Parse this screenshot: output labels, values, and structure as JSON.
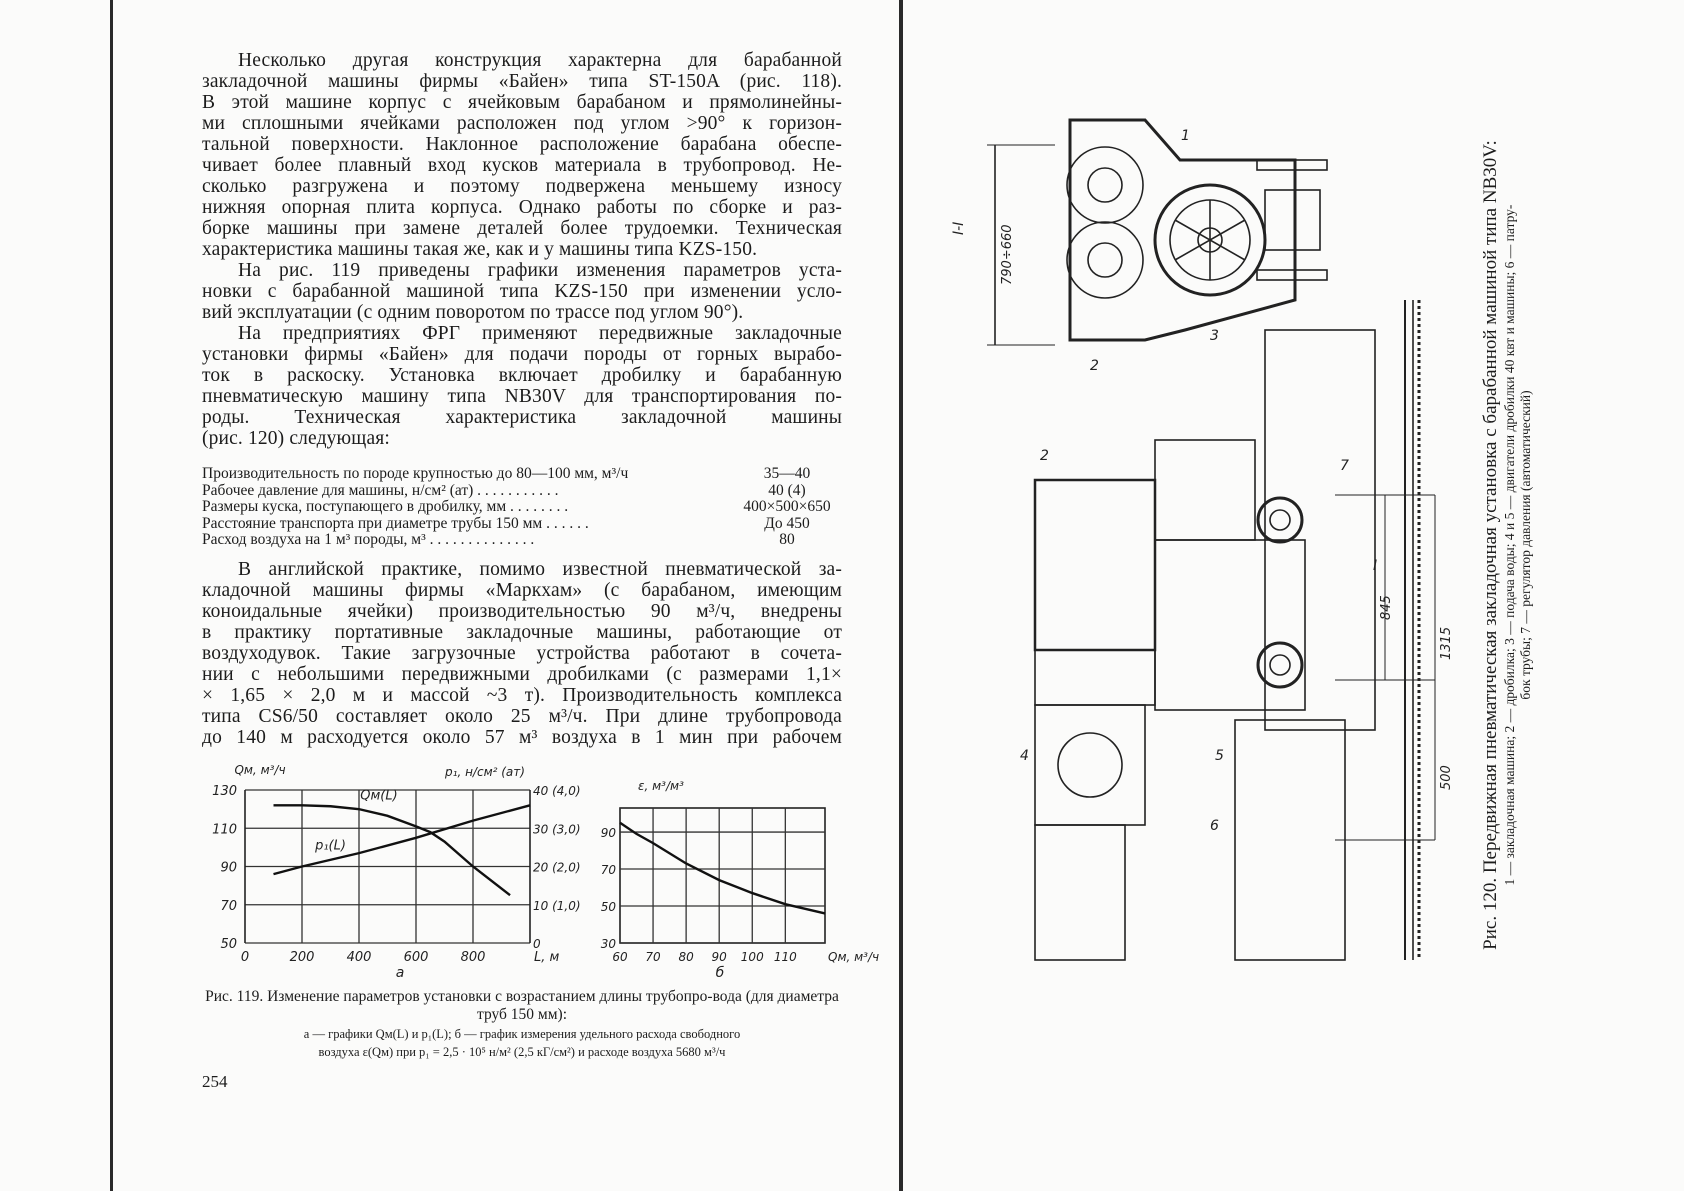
{
  "left_page": {
    "paragraphs": [
      {
        "lines": [
          "Несколько другая конструкция характерна для барабанной",
          "закладочной машины фирмы «Байен» типа ST-150A (рис. 118).",
          "В этой машине корпус с ячейковым барабаном и прямолинейны-",
          "ми сплошными ячейками расположен под углом >90° к горизон-",
          "тальной поверхности. Наклонное расположение барабана обеспе-",
          "чивает более плавный вход кусков материала в трубопровод. Не-",
          "сколько разгружена и поэтому подвержена меньшему износу",
          "нижняя опорная плита корпуса. Однако работы по сборке и раз-",
          "борке машины при замене деталей более трудоемки. Техническая",
          "характеристика машины такая же, как и у машины типа KZS-150."
        ]
      },
      {
        "lines": [
          "На рис. 119 приведены графики изменения параметров уста-",
          "новки с барабанной машиной типа KZS-150 при изменении усло-",
          "вий эксплуатации (с одним поворотом по трассе под углом 90°)."
        ]
      },
      {
        "lines": [
          "На предприятиях ФРГ применяют передвижные закладочные",
          "установки фирмы «Байен» для подачи породы от горных вырабо-",
          "ток в раскоску. Установка включает дробилку и барабанную",
          "пневматическую машину типа NB30V для транспортирования по-",
          "роды. Техническая характеристика закладочной машины",
          "(рис. 120) следующая:"
        ]
      }
    ],
    "specs": [
      {
        "label": "Производительность по породе крупностью до 80—100 мм, м³/ч",
        "value": "35—40"
      },
      {
        "label": "Рабочее давление для машины, н/см² (ат) . . . . . . . . . . .",
        "value": "40 (4)"
      },
      {
        "label": "Размеры куска, поступающего в дробилку, мм . . . . . . . .",
        "value": "400×500×650"
      },
      {
        "label": "Расстояние транспорта при диаметре трубы 150 мм . . . . . .",
        "value": "До 450"
      },
      {
        "label": "Расход воздуха на 1 м³ породы, м³ . . . . . . . . . . . . . .",
        "value": "80"
      }
    ],
    "paragraph4": {
      "lines": [
        "В английской практике, помимо известной пневматической за-",
        "кладочной машины фирмы «Маркхам» (с барабаном, имеющим",
        "коноидальные ячейки) производительностью 90 м³/ч, внедрены",
        "в практику портативные закладочные машины, работающие от",
        "воздуходувок. Такие загрузочные устройства работают в сочета-",
        "нии с небольшими передвижными дробилками (с размерами 1,1×",
        "× 1,65 × 2,0 м и массой ~3 т). Производительность комплекса",
        "типа CS6/50 составляет около 25 м³/ч. При длине трубопровода",
        "до 140 м расходуется около 57 м³ воздуха в 1 мин при рабочем"
      ]
    },
    "figure_caption": {
      "title": "Рис. 119. Изменение параметров установки с возрастанием длины трубопро-вода (для диаметра труб 150 мм):",
      "legend_line1": "а — графики Qм(L) и p₁(L); б — график измерения удельного расхода свободного",
      "legend_line2": "воздуха ε(Qм) при p₁ = 2,5 · 10⁵ н/м² (2,5 кГ/см²) и расходе воздуха 5680 м³/ч"
    },
    "page_number": "254"
  },
  "chart_data": [
    {
      "type": "line",
      "panel_label": "а",
      "xlabel": "L, м",
      "ylabel_left": "Qм, м³/ч",
      "ylabel_right": "p₁, н/см² (ат)",
      "xlim": [
        0,
        1000
      ],
      "ylim_left": [
        50,
        130
      ],
      "ylim_right": [
        0,
        40
      ],
      "x_ticks": [
        "0",
        "200",
        "400",
        "600",
        "800"
      ],
      "y_ticks_left": [
        "50",
        "70",
        "90",
        "110",
        "130"
      ],
      "y_ticks_right": [
        "0",
        "10 (1,0)",
        "20 (2,0)",
        "30 (3,0)",
        "40 (4,0)"
      ],
      "grid": true,
      "series": [
        {
          "name": "Qм(L)",
          "axis": "left",
          "x": [
            100,
            200,
            300,
            400,
            500,
            600,
            650,
            700,
            800,
            930
          ],
          "y": [
            122,
            122,
            121.5,
            120,
            116.5,
            111,
            108,
            103,
            90,
            75
          ]
        },
        {
          "name": "p₁(L)",
          "axis": "right",
          "x": [
            100,
            200,
            400,
            600,
            800,
            1000
          ],
          "y": [
            18,
            20,
            23.5,
            27.5,
            32,
            36
          ]
        }
      ]
    },
    {
      "type": "line",
      "panel_label": "б",
      "xlabel": "Qм, м³/ч",
      "ylabel": "ε, м³/м³",
      "xlim": [
        60,
        122
      ],
      "ylim": [
        30,
        103
      ],
      "x_ticks": [
        "60",
        "70",
        "80",
        "90",
        "100",
        "110"
      ],
      "y_ticks": [
        "30",
        "50",
        "70",
        "90"
      ],
      "grid": true,
      "series": [
        {
          "name": "ε(Qм)",
          "x": [
            60,
            65,
            70,
            80,
            90,
            100,
            110,
            122
          ],
          "y": [
            95,
            89,
            84,
            73,
            64,
            57,
            51,
            46
          ]
        }
      ]
    }
  ],
  "right_page": {
    "drawing_labels": {
      "section": "I-I",
      "dim_top": "790÷660",
      "dim_845": "845",
      "dim_1315": "1315",
      "dim_500": "500",
      "n1": "1",
      "n2": "2",
      "n3": "3",
      "n4": "4",
      "n5": "5",
      "n6": "6",
      "n7": "7",
      "n2b": "2",
      "n1b": "I"
    },
    "figure_caption": {
      "title": "Рис. 120. Передвижная пневматическая закладочная установка с барабанной машиной типа NB30V:",
      "legend_line1": "1 — закладочная машина; 2 — дробилка; 3 — подача воды; 4 и 5 — двигатели дробилки 40 квт и машины; 6 — патру-",
      "legend_line2": "бок трубы; 7 — регулятор давления (автоматический)"
    }
  }
}
